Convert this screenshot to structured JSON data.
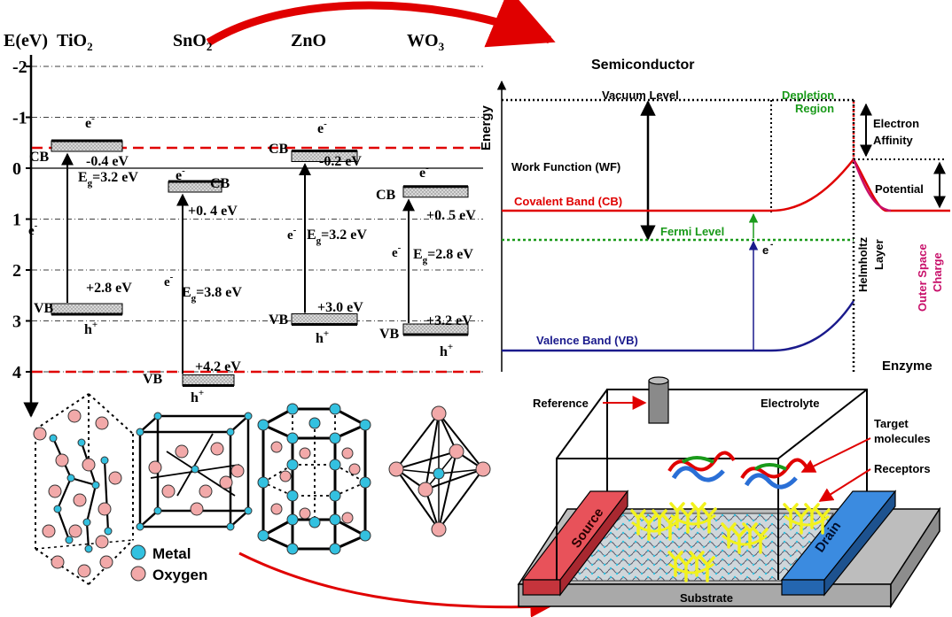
{
  "band_diagram": {
    "axis_label": "E(eV)",
    "ticks": [
      "-2",
      "-1",
      "0",
      "1",
      "2",
      "3",
      "4"
    ],
    "materials": [
      {
        "name": "TiO",
        "sub": "2",
        "cb_label": "CB",
        "cb_value": "-0.4 eV",
        "vb_label": "VB",
        "vb_value": "+2.8 eV",
        "gap_value": "=3.2 eV",
        "electron": "e",
        "hole": "h"
      },
      {
        "name": "SnO",
        "sub": "2",
        "cb_label": "CB",
        "cb_value": "+0. 4 eV",
        "vb_label": "VB",
        "vb_value": "+4.2 eV",
        "gap_value": "=3.8 eV",
        "electron": "e",
        "hole": "h"
      },
      {
        "name": "ZnO",
        "sub": "",
        "cb_label": "CB",
        "cb_value": "-0.2 eV",
        "vb_label": "VB",
        "vb_value": "+3.0 eV",
        "gap_value": "=3.2 eV",
        "electron": "e",
        "hole": "h"
      },
      {
        "name": "WO",
        "sub": "3",
        "cb_label": "CB",
        "cb_value": "+0. 5 eV",
        "vb_label": "VB",
        "vb_value": "+3.2 eV",
        "gap_value": "=2.8 eV",
        "electron": "e",
        "hole": "h"
      }
    ],
    "eg_symbol": "E",
    "eg_sub": "g",
    "minus": "-",
    "plus": "+"
  },
  "crystal_legend": {
    "metal": "Metal",
    "oxygen": "Oxygen"
  },
  "semiconductor": {
    "title": "Semiconductor",
    "energy_axis": "Energy",
    "vacuum": "Vacuum Level",
    "depletion_line1": "Depletion",
    "depletion_line2": "Region",
    "electron_affinity_line1": "Electron",
    "electron_affinity_line2": "Affinity",
    "work_function": "Work Function (WF)",
    "covalent_band": "Covalent Band (CB)",
    "potential": "Potential",
    "fermi": "Fermi Level",
    "electron": "e",
    "helmholtz_line1": "Helmholtz",
    "helmholtz_line2": "Layer",
    "outer_line1": "Outer Space",
    "outer_line2": "Charge",
    "valence_band": "Valence Band (VB)",
    "enzyme": "Enzyme"
  },
  "device": {
    "reference": "Reference",
    "electrolyte": "Electrolyte",
    "target_line1": "Target",
    "target_line2": "molecules",
    "receptors": "Receptors",
    "source": "Source",
    "drain": "Drain",
    "substrate": "Substrate"
  },
  "colors": {
    "red": "#e00000",
    "green": "#1a9a1a",
    "navy": "#1a1a8c",
    "magenta": "#c8106a",
    "metal": "#33c1e0",
    "oxygen": "#f2a9a9",
    "source": "#e8525a",
    "drain": "#3b8be0",
    "yellow": "#f2f21c"
  }
}
